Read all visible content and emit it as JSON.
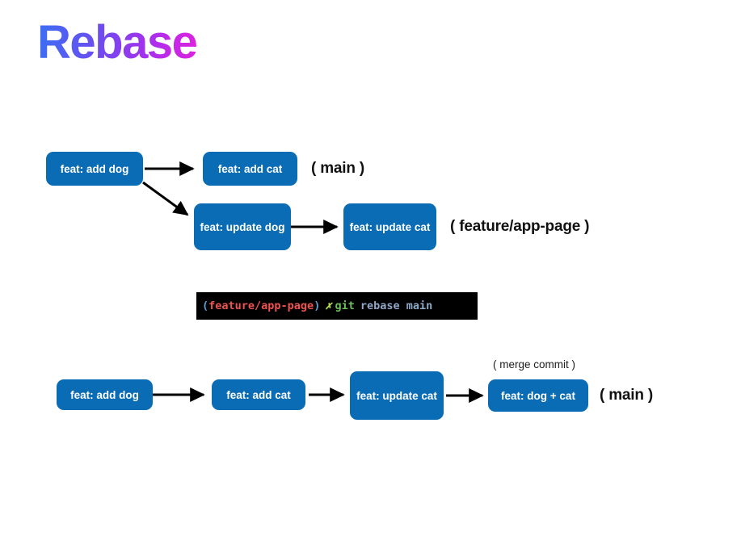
{
  "page": {
    "title": "Rebase",
    "background": "#ffffff",
    "node_color": "#0a6cb4",
    "title_gradient_from": "#3b6ef5",
    "title_gradient_to": "#e020e0"
  },
  "before": {
    "main_branch_label": "( main )",
    "feature_branch_label": "( feature/app-page )",
    "nodes": [
      {
        "id": "add-dog",
        "label": "feat: add dog"
      },
      {
        "id": "add-cat",
        "label": "feat: add cat"
      },
      {
        "id": "update-dog",
        "label": "feat: update dog"
      },
      {
        "id": "update-cat",
        "label": "feat: update cat"
      }
    ]
  },
  "terminal": {
    "open_paren": "(",
    "branch": "feature/app-page",
    "close_paren": ")",
    "status_mark": "✗",
    "command": "git",
    "arguments": "rebase main"
  },
  "after": {
    "main_branch_label": "( main )",
    "merge_commit_note": "( merge commit )",
    "nodes": [
      {
        "id": "add-dog",
        "label": "feat: add dog"
      },
      {
        "id": "add-cat",
        "label": "feat: add cat"
      },
      {
        "id": "update-cat",
        "label": "feat: update cat"
      },
      {
        "id": "dog-plus-cat",
        "label": "feat: dog + cat"
      }
    ]
  }
}
